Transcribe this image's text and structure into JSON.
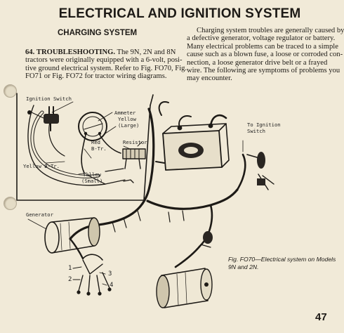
{
  "header": {
    "title": "ELECTRICAL AND IGNITION SYSTEM",
    "section": "CHARGING SYSTEM"
  },
  "left_column": {
    "lines": [
      "tractors were originally equipped with a 6-volt, posi-",
      "tive ground electrical system. Refer to Fig. FO70, Fig.",
      "FO71 or Fig. FO72 for tractor wiring diagrams."
    ],
    "heading_number": "64.",
    "heading_word": "TROUBLESHOOTING.",
    "heading_rest": " The 9N, 2N and 8N"
  },
  "right_column": {
    "lines": [
      "Charging system troubles are generally caused by",
      "a defective generator, voltage regulator or battery.",
      "Many electrical problems can be traced to a simple",
      "cause such as a blown fuse, a loose or corroded con-",
      "nection, a loose generator drive belt or a frayed",
      "wire. The following are symptoms of problems you",
      "may encounter."
    ]
  },
  "diagram_labels": {
    "ignition_switch_inset": "Ignition Switch",
    "ammeter": "Ammeter",
    "yellow_large_1": "Yellow",
    "yellow_large_2": "(Large)",
    "red_btr_1": "Red",
    "red_btr_2": "B-Tr.",
    "resistor": "Resistor",
    "yellow_btr": "Yellow B-Tr.",
    "yellow_small_1": "Yellow",
    "yellow_small_2": "(Small)",
    "to_ignition_1": "To Ignition",
    "to_ignition_2": "Switch",
    "generator": "Generator",
    "num_1": "1",
    "num_2": "2",
    "num_3": "3",
    "num_4": "4"
  },
  "caption": {
    "line1": "Fig. FO70—Electrical system on Models",
    "line2": "9N and 2N."
  },
  "page_number": "47"
}
